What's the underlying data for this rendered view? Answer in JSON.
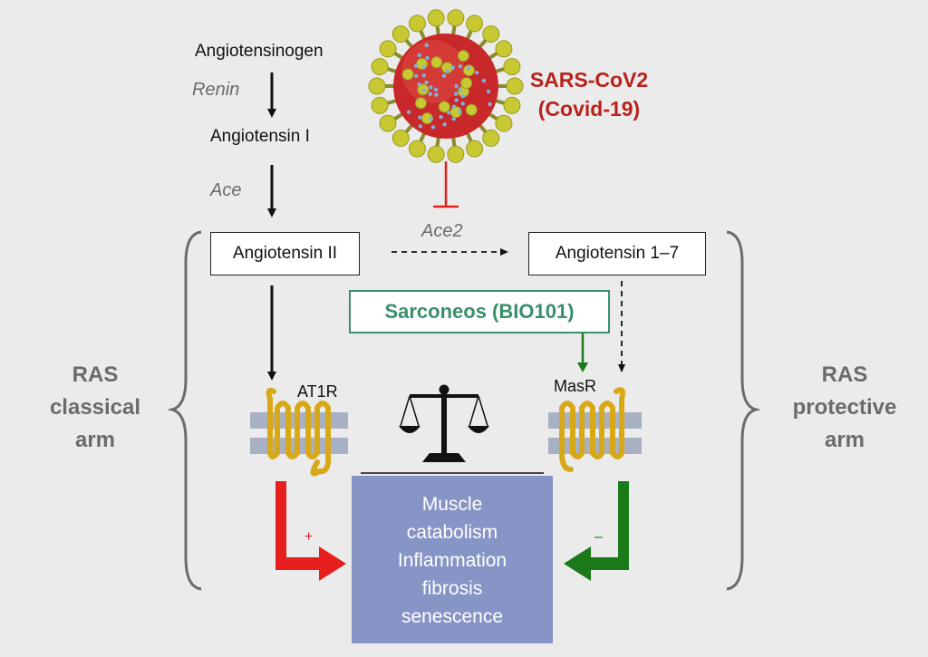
{
  "colors": {
    "background": "#ebebeb",
    "inhibit": "#e61e1e",
    "stimulate": "#1a7a1a",
    "sarconeos": "#3a8f6a",
    "effect_box": "#8794c6",
    "receptor": "#d9a817",
    "membrane": "#a8b0c4",
    "virus_body": "#c8282a",
    "virus_spike": "#c8c832",
    "sars_text": "#b8221c"
  },
  "pathway": {
    "angiotensinogen": "Angiotensinogen",
    "renin": "Renin",
    "angiotensin_1": "Angiotensin I",
    "ace": "Ace",
    "angiotensin_2": "Angiotensin II",
    "ace2": "Ace2",
    "angiotensin_1_7": "Angiotensin 1–7"
  },
  "virus": {
    "line1": "SARS-CoV2",
    "line2": "(Covid-19)",
    "icon": "coronavirus-icon"
  },
  "drug": {
    "label": "Sarconeos (BIO101)"
  },
  "receptors": {
    "at1r": "AT1R",
    "masr": "MasR",
    "icon": "gpcr-receptor-icon"
  },
  "arms": {
    "classical": [
      "RAS",
      "classical",
      "arm"
    ],
    "protective": [
      "RAS",
      "protective",
      "arm"
    ]
  },
  "balance_icon": "scales-icon",
  "effects": [
    "Muscle",
    "catabolism",
    "Inflammation",
    "fibrosis",
    "senescence"
  ],
  "signs": {
    "plus": "+",
    "minus": "–"
  }
}
